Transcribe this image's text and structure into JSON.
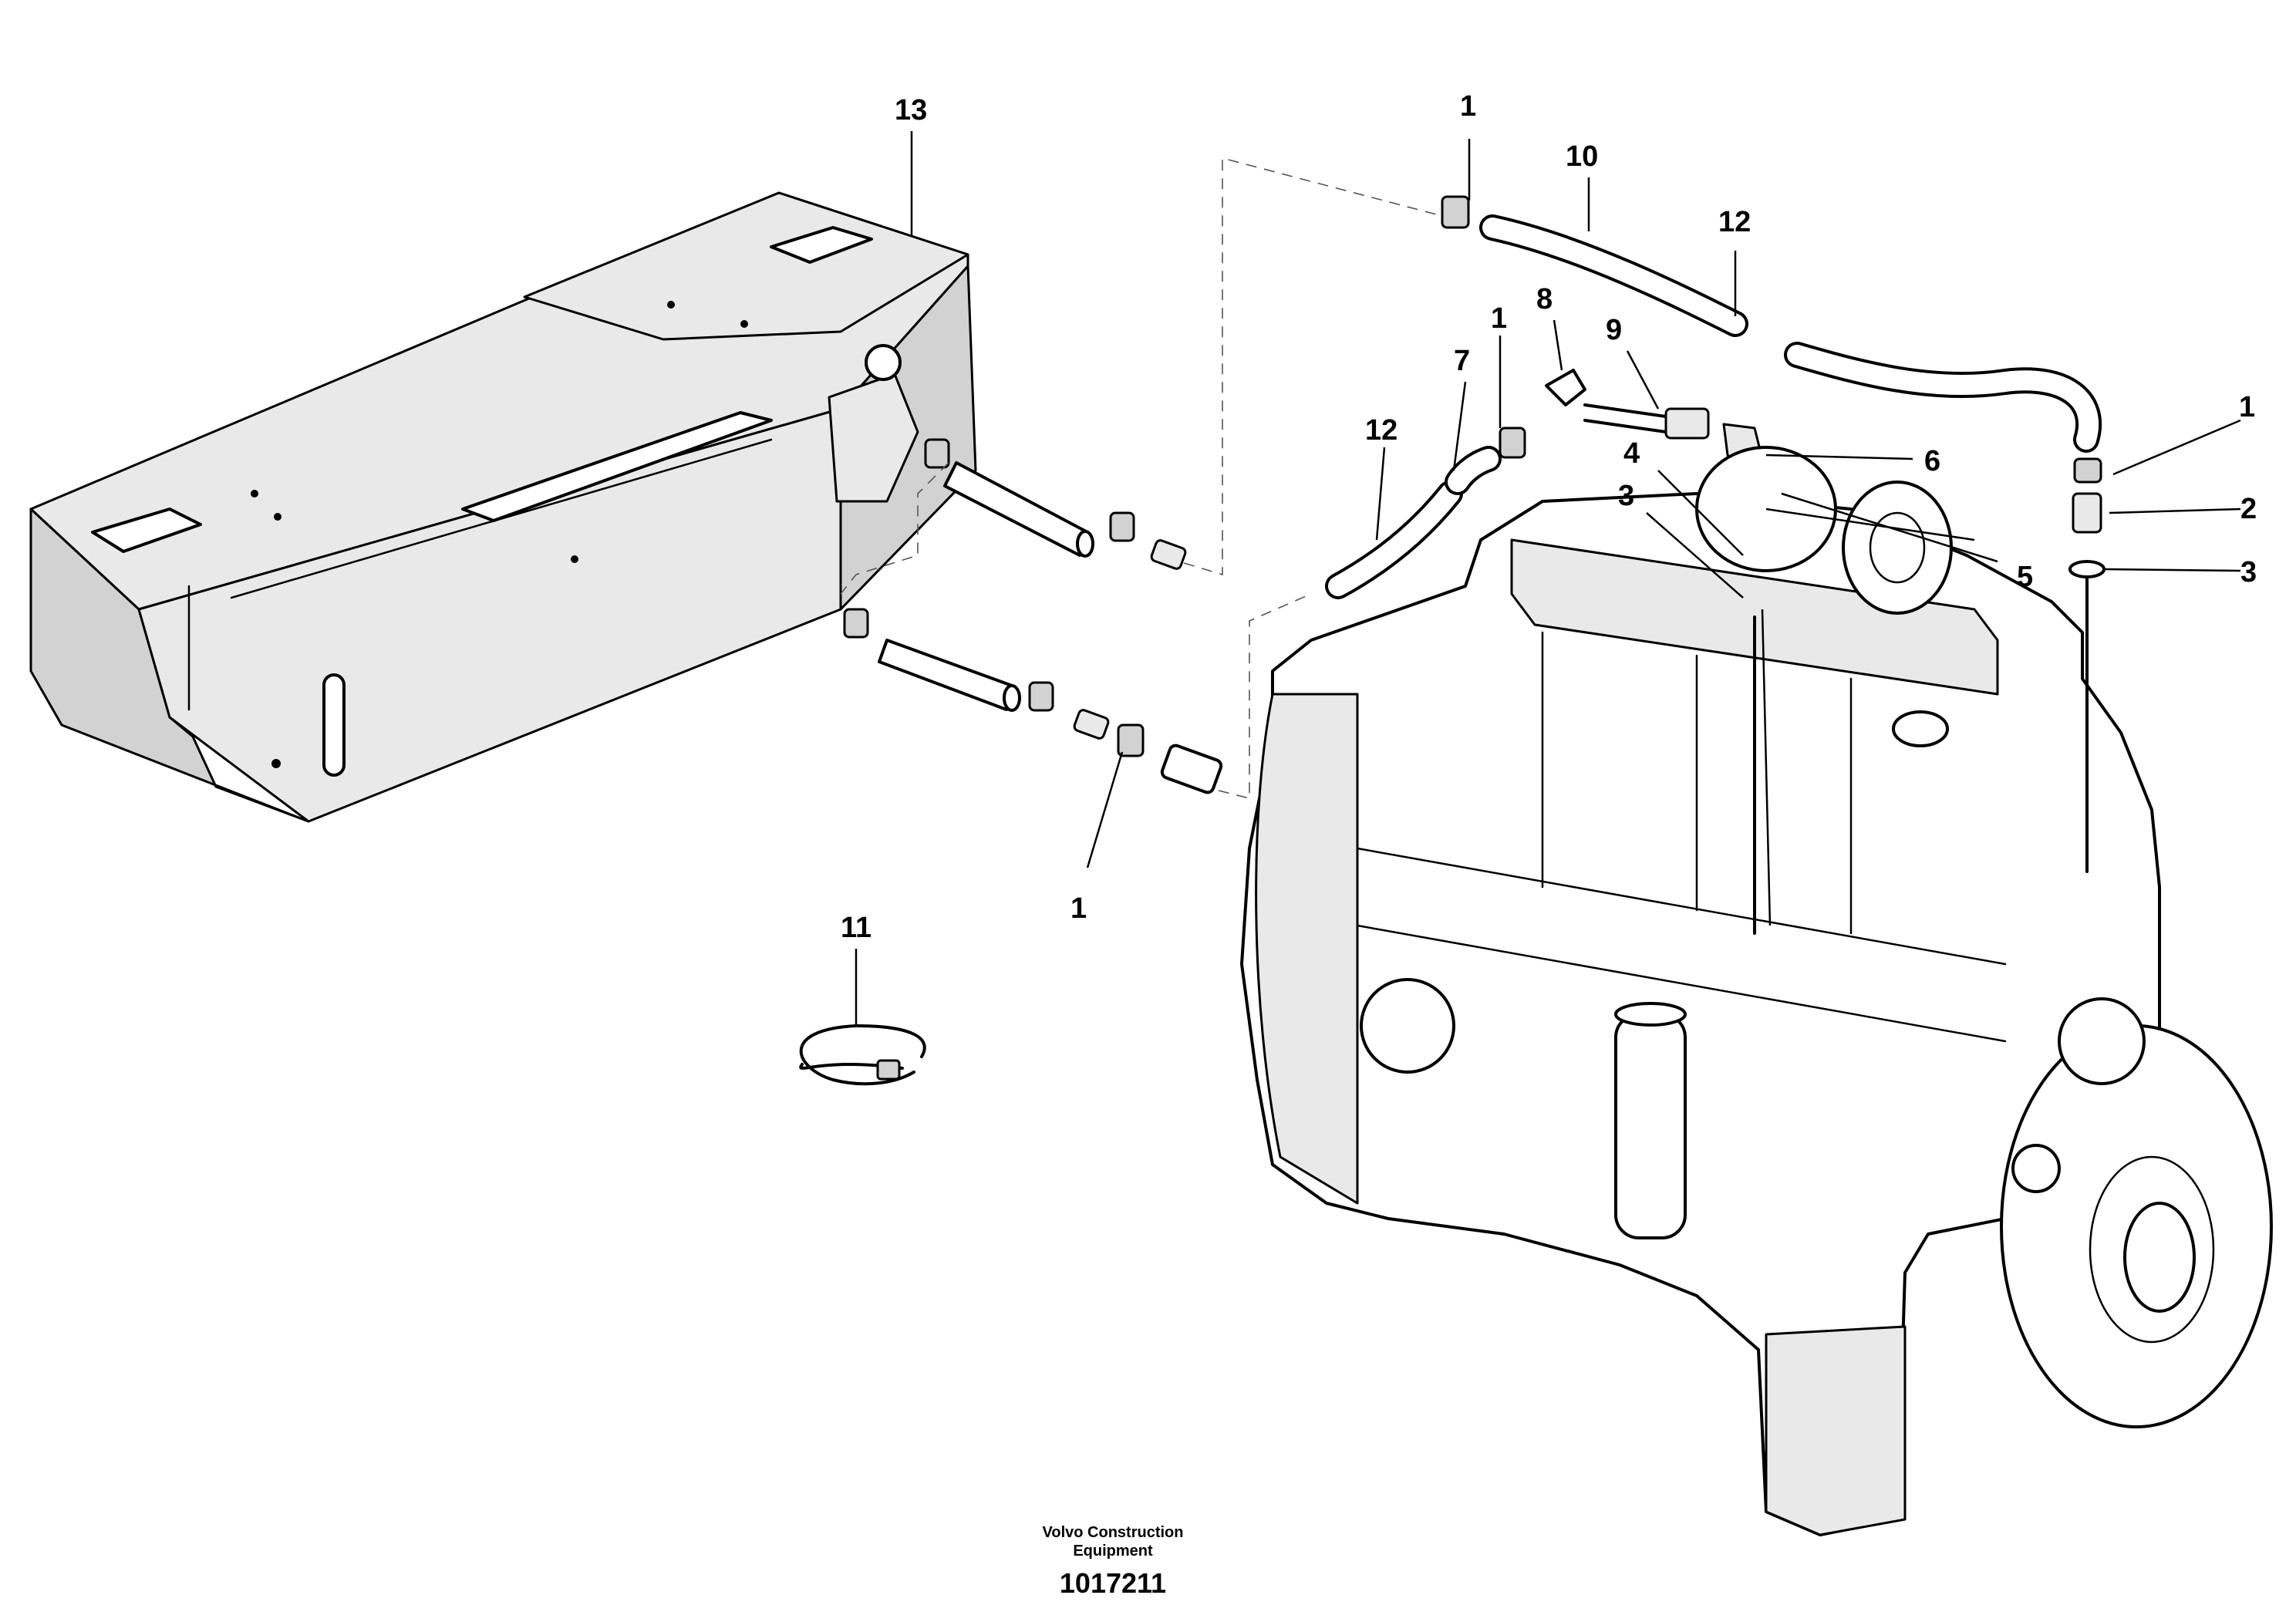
{
  "callouts": {
    "c13": "13",
    "c1_top": "1",
    "c10": "10",
    "c12_top": "12",
    "c1_mid": "1",
    "c8": "8",
    "c9": "9",
    "c7": "7",
    "c12_left": "12",
    "c4": "4",
    "c3_left": "3",
    "c6": "6",
    "c5": "5",
    "c1_right": "1",
    "c2": "2",
    "c3_right": "3",
    "c1_bottom": "1",
    "c11": "11"
  },
  "footer": {
    "company_line1": "Volvo Construction",
    "company_line2": "Equipment",
    "drawing_number": "1017211"
  }
}
